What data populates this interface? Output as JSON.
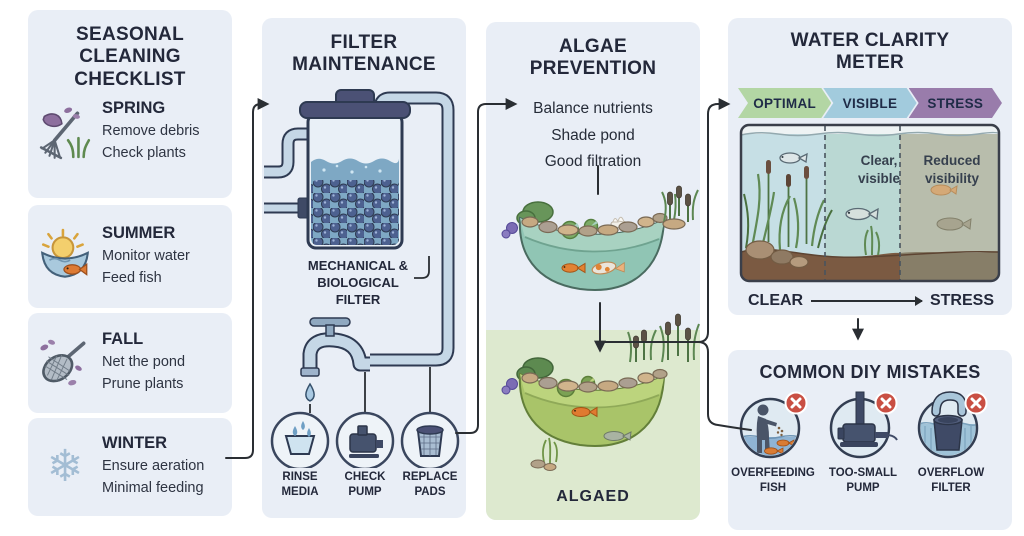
{
  "checklist": {
    "title": "SEASONAL CLEANING CHECKLIST",
    "seasons": [
      {
        "name": "SPRING",
        "icon": "rake-icon",
        "tasks": [
          "Remove debris",
          "Check plants"
        ]
      },
      {
        "name": "SUMMER",
        "icon": "sun-fish-icon",
        "tasks": [
          "Monitor water",
          "Feed fish"
        ]
      },
      {
        "name": "FALL",
        "icon": "skimmer-net-icon",
        "tasks": [
          "Net the pond",
          "Prune plants"
        ]
      },
      {
        "name": "WINTER",
        "icon": "snowflake-icon",
        "glyph": "❄",
        "tasks": [
          "Ensure aeration",
          "Minimal feeding"
        ]
      }
    ]
  },
  "filter": {
    "title": "FILTER MAINTENANCE",
    "diagram_label": "MECHANICAL & BIOLOGICAL FILTER",
    "illustration": "filter-unit-illustration",
    "steps": [
      {
        "label": "RINSE MEDIA",
        "icon": "rinse-media-icon"
      },
      {
        "label": "CHECK PUMP",
        "icon": "check-pump-icon"
      },
      {
        "label": "REPLACE PADS",
        "icon": "replace-pads-icon"
      }
    ]
  },
  "algae": {
    "title": "ALGAE PREVENTION",
    "tips": [
      "Balance nutrients",
      "Shade pond",
      "Good filtration"
    ],
    "illustrations": [
      "clean-pond-illustration",
      "algaed-pond-illustration"
    ],
    "result_label": "ALGAED"
  },
  "clarity": {
    "title": "WATER CLARITY METER",
    "bands": [
      {
        "label": "OPTIMAL",
        "color": "#b3d6a4"
      },
      {
        "label": "VISIBLE",
        "color": "#a2cbdd"
      },
      {
        "label": "STRESS",
        "color": "#997cab"
      }
    ],
    "zone_notes": [
      "",
      "Clear, visible",
      "Reduced visibility"
    ],
    "illustration": "aquarium-illustration",
    "scale_left": "CLEAR",
    "scale_right": "STRESS"
  },
  "mistakes": {
    "title": "COMMON DIY MISTAKES",
    "items": [
      {
        "label": "OVERFEEDING FISH",
        "icon": "overfeeding-fish-icon"
      },
      {
        "label": "TOO-SMALL PUMP",
        "icon": "too-small-pump-icon"
      },
      {
        "label": "OVERFLOW FILTER",
        "icon": "overflow-filter-icon"
      }
    ]
  },
  "colors": {
    "panel_bg": "#e9eef6",
    "algaed_bg": "#dde9cf",
    "error_badge": "#c94f43",
    "connector": "#2a2e33"
  }
}
